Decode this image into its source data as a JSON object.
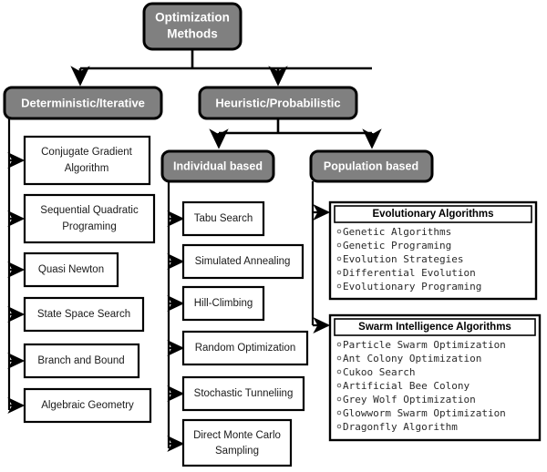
{
  "diagram": {
    "title": "Optimization Methods taxonomy",
    "colors": {
      "header_fill": "#808080",
      "leaf_fill": "#ffffff",
      "line": "#000000",
      "background": "#ffffff"
    },
    "root": {
      "label": "Optimization\nMethods",
      "line1": "Optimization",
      "line2": "Methods"
    },
    "branches": [
      {
        "id": "deterministic",
        "label": "Deterministic/Iterative"
      },
      {
        "id": "heuristic",
        "label": "Heuristic/Probabilistic"
      }
    ],
    "subbranches": [
      {
        "id": "individual",
        "label": "Individual based"
      },
      {
        "id": "population",
        "label": "Population based"
      }
    ],
    "deterministic_children": [
      {
        "line1": "Conjugate Gradient",
        "line2": "Algorithm"
      },
      {
        "line1": "Sequential Quadratic",
        "line2": "Programing"
      },
      {
        "line1": "Quasi Newton",
        "line2": ""
      },
      {
        "line1": "State Space Search",
        "line2": ""
      },
      {
        "line1": "Branch and Bound",
        "line2": ""
      },
      {
        "line1": "Algebraic Geometry",
        "line2": ""
      }
    ],
    "individual_children": [
      {
        "line1": "Tabu Search",
        "line2": ""
      },
      {
        "line1": "Simulated Annealing",
        "line2": ""
      },
      {
        "line1": "Hill-Climbing",
        "line2": ""
      },
      {
        "line1": "Random Optimization",
        "line2": ""
      },
      {
        "line1": "Stochastic Tunneliing",
        "line2": ""
      },
      {
        "line1": "Direct Monte Carlo",
        "line2": "Sampling"
      }
    ],
    "population_panels": [
      {
        "id": "evolutionary",
        "title": "Evolutionary Algorithms",
        "items": [
          "Genetic Algorithms",
          "Genetic Programing",
          "Evolution Strategies",
          "Differential Evolution",
          "Evolutionary Programing"
        ]
      },
      {
        "id": "swarm",
        "title": "Swarm Intelligence Algorithms",
        "items": [
          "Particle Swarm Optimization",
          "Ant Colony Optimization",
          "Cukoo Search",
          "Artificial Bee Colony",
          "Grey Wolf Optimization",
          "Glowworm Swarm Optimization",
          "Dragonfly Algorithm"
        ]
      }
    ]
  }
}
